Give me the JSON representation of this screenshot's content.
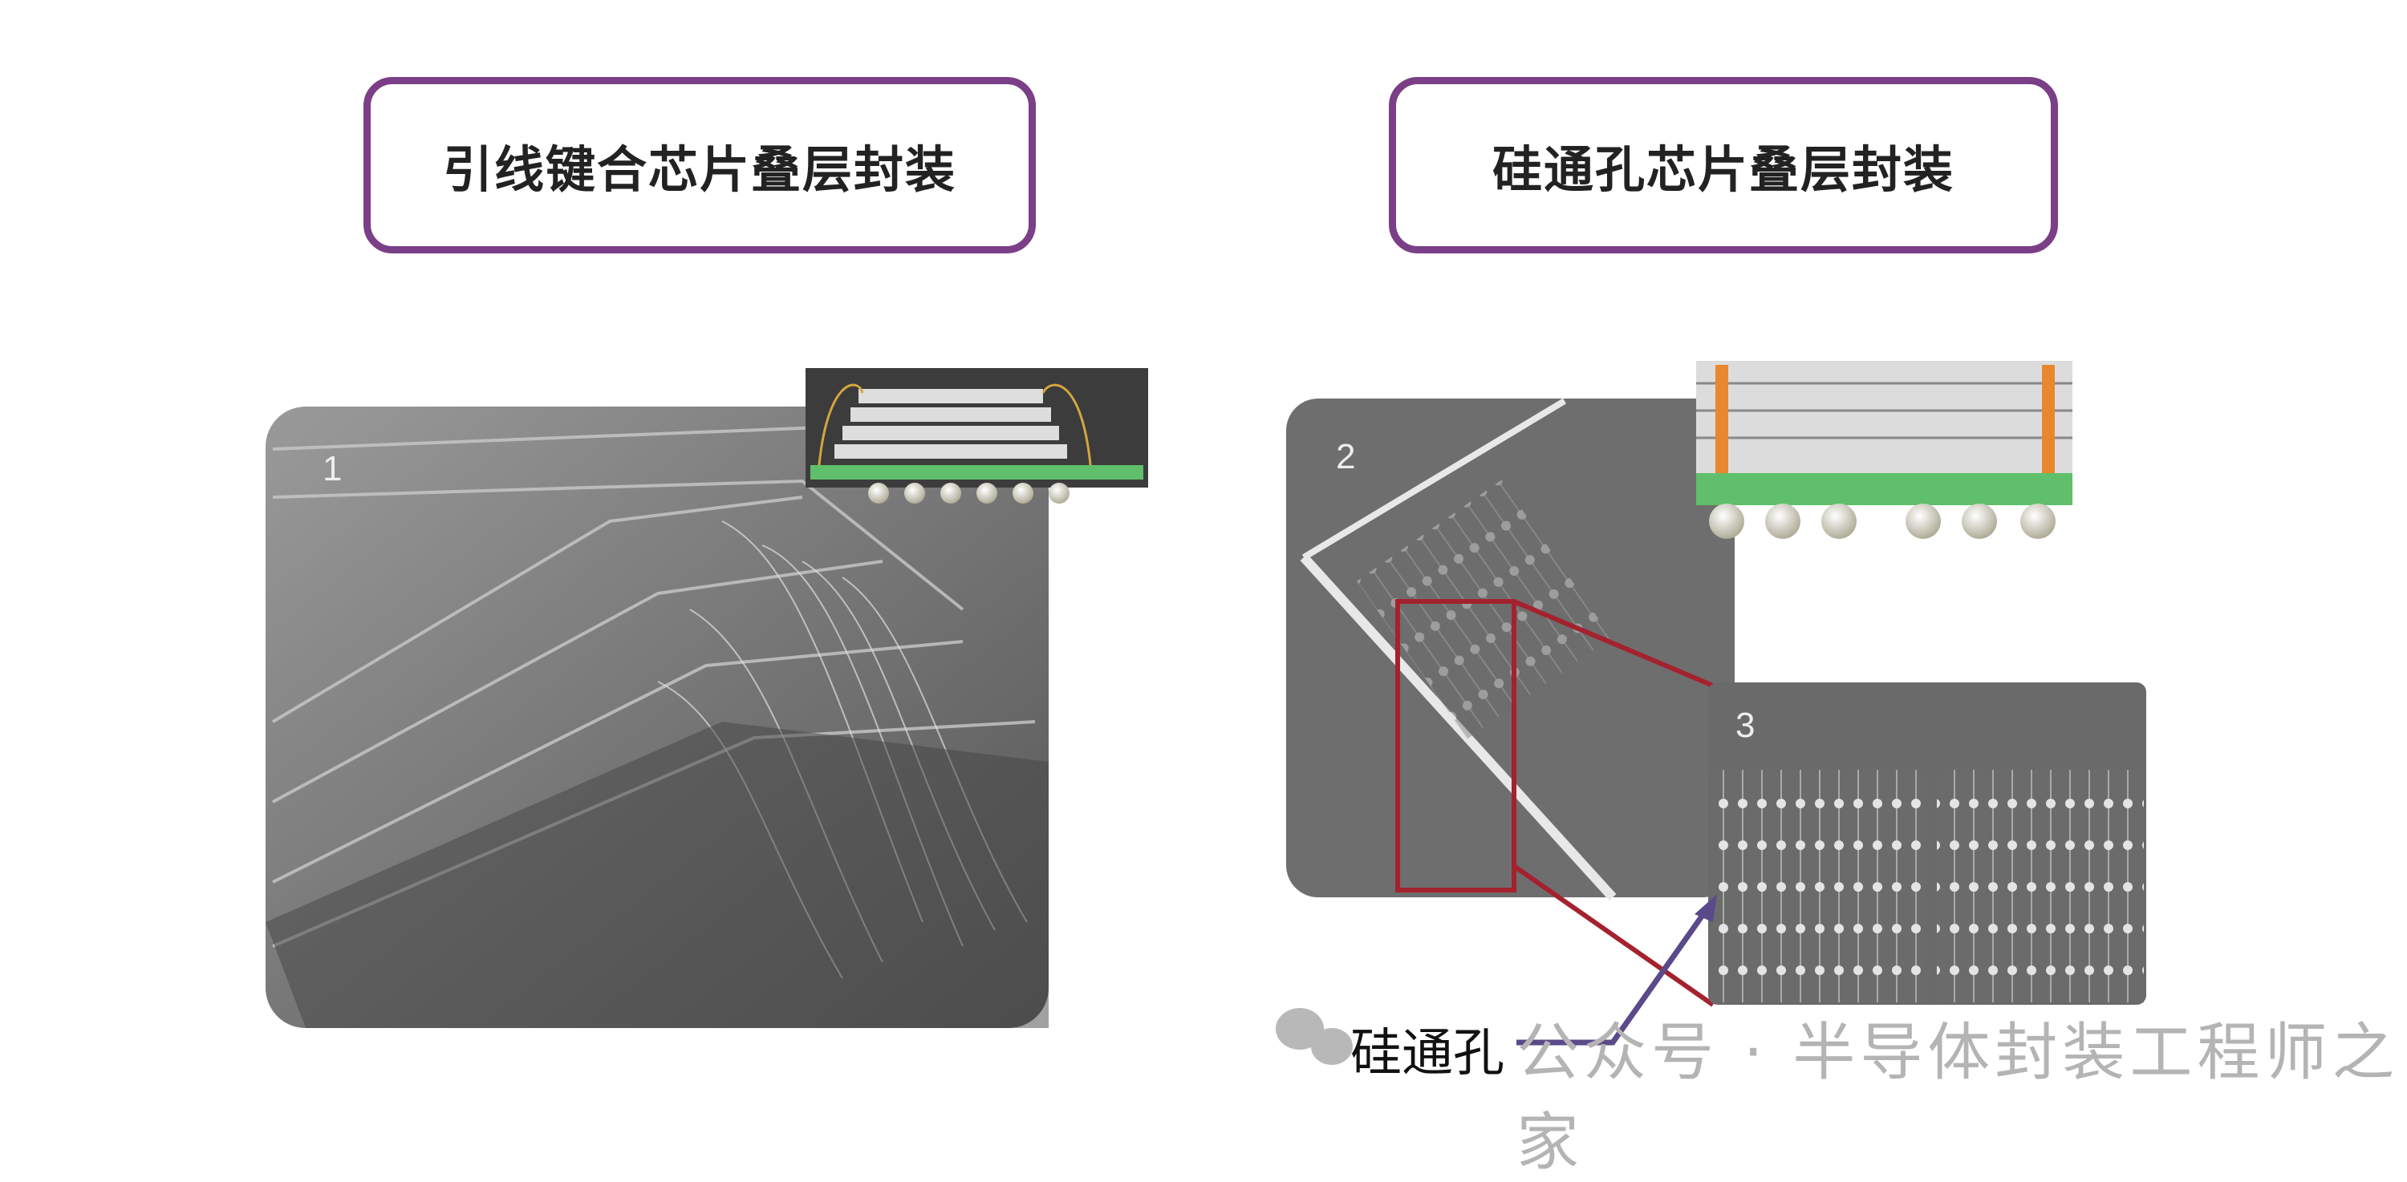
{
  "left_panel": {
    "title": "引线键合芯片叠层封装",
    "photo_number": "1"
  },
  "right_panel": {
    "title": "硅通孔芯片叠层封装",
    "photo_numbers": [
      "2",
      "3"
    ],
    "callout_label": "硅通孔"
  },
  "watermark": {
    "text": "公众号 · 半导体封装工程师之家",
    "icon": "wechat-icon"
  },
  "colors": {
    "frame": "#7a3f86",
    "highlight": "#a4222e",
    "arrow": "#5a4a8a",
    "tsv": "#e8872e",
    "substrate": "#5fbf6a"
  }
}
